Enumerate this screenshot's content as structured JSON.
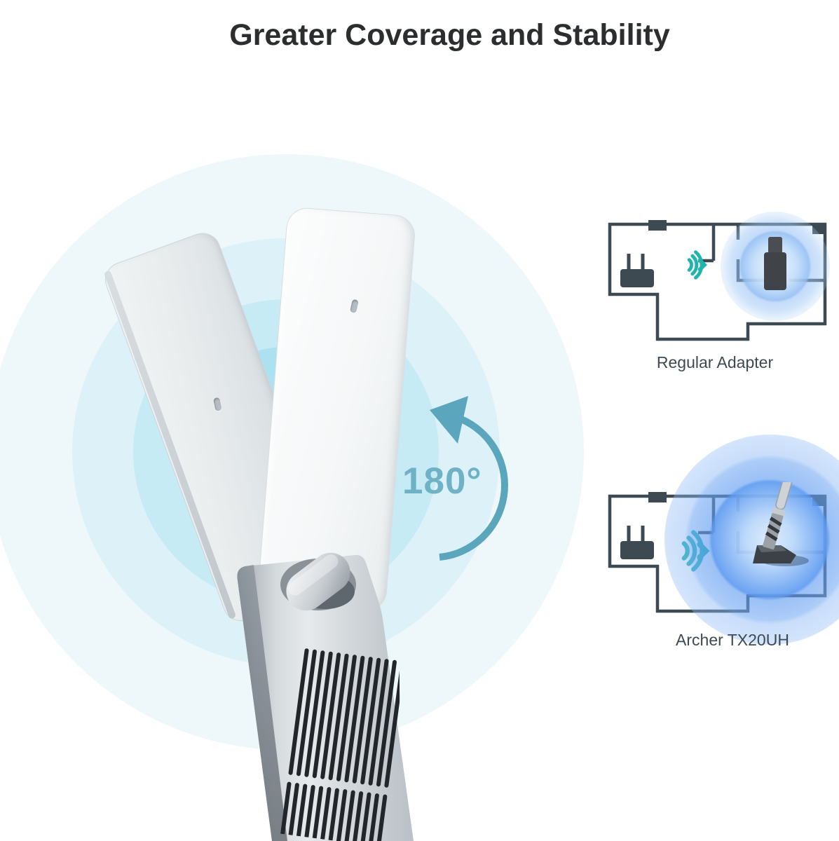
{
  "title": "Greater Coverage and Stability",
  "rotation": {
    "angle_label": "180°"
  },
  "comparison": {
    "regular": {
      "label": "Regular Adapter"
    },
    "archer": {
      "label": "Archer TX20UH"
    }
  },
  "colors": {
    "teal_signal": "#1FB4AE",
    "wall": "#3D4A52",
    "rotation_accent": "#6FB2C6",
    "arrow_accent": "#5BA6BD",
    "glow_blue": "#5E9BF1",
    "coverage_ring_inner": "#ABE1F0",
    "coverage_ring_outer": "#EEF8FB",
    "title_text": "#2B2D2E",
    "label_text": "#3E4A52"
  },
  "icons": {
    "router": "router-icon",
    "wifi": "wifi-signal-icon",
    "usb_adapter": "usb-adapter-icon",
    "docked_adapter": "docked-adapter-icon",
    "rotation_arrow": "rotation-arrow-icon"
  }
}
